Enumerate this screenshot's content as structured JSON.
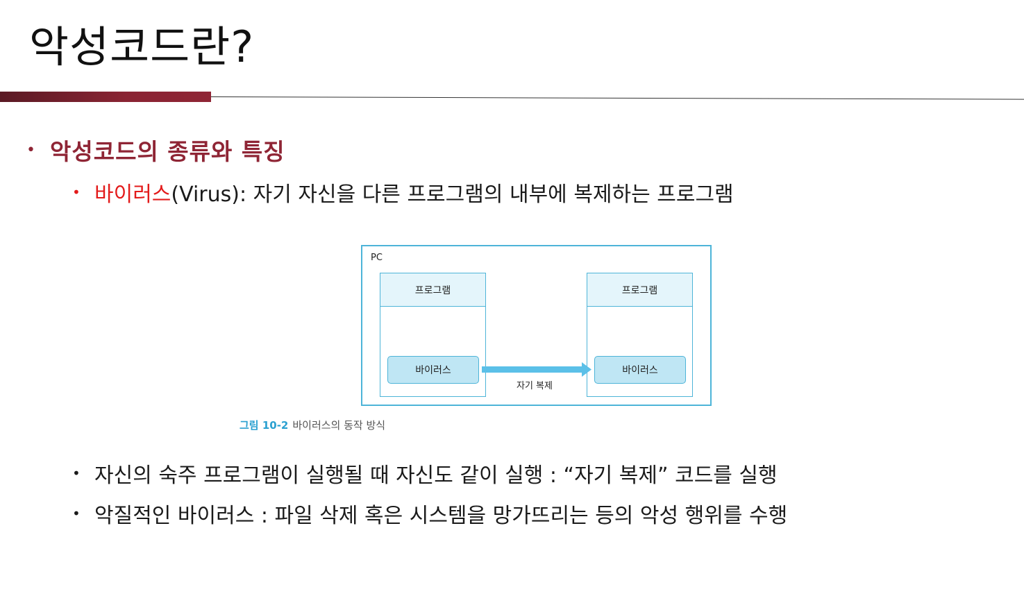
{
  "slide": {
    "title": "악성코드란?"
  },
  "section": {
    "heading": "악성코드의 종류와 특징",
    "virus_term": "바이러스",
    "virus_def": "(Virus): 자기 자신을 다른 프로그램의 내부에 복제하는 프로그램"
  },
  "figure": {
    "pc_label": "PC",
    "program_label_left": "프로그램",
    "program_label_right": "프로그램",
    "virus_label_left": "바이러스",
    "virus_label_right": "바이러스",
    "arrow_label": "자기 복제",
    "caption_number": "그림 10-2",
    "caption_text": "바이러스의 동작 방식",
    "colors": {
      "border": "#4db4d8",
      "header_fill": "#e4f5fb",
      "virus_fill": "#bfe6f4",
      "arrow": "#5bc0e8"
    }
  },
  "bullets": [
    "자신의 숙주 프로그램이 실행될 때 자신도 같이 실행 : “자기 복제” 코드를 실행",
    "악질적인 바이러스 : 파일 삭제 혹은 시스템을 망가뜨리는 등의 악성 행위를 수행"
  ],
  "colors": {
    "accent": "#8f2535",
    "highlight": "#e31b1b"
  }
}
